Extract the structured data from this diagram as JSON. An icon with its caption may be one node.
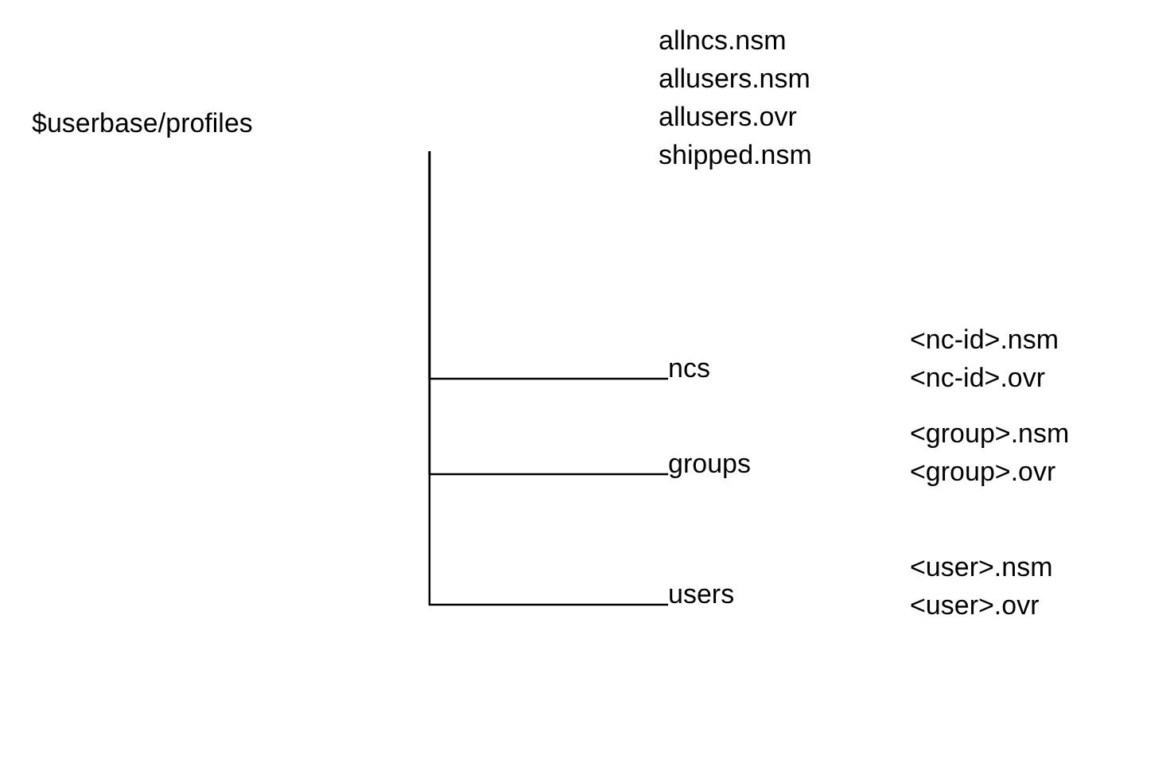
{
  "diagram": {
    "nodes": [
      {
        "text": [
          "$userbase/profiles"
        ],
        "beside": [
          "allncs.nsm",
          "allusers.nsm",
          "allusers.ovr",
          "shipped.nsm"
        ]
      },
      {
        "text": [
          "ncs"
        ],
        "beside": [
          "<nc-id>.nsm",
          "<nc-id>.ovr"
        ]
      },
      {
        "text": [
          "groups"
        ],
        "beside": [
          "<group>.nsm",
          "<group>.ovr"
        ]
      },
      {
        "text": [
          "users"
        ],
        "beside": [
          "<user>.nsm",
          "<user>.ovr"
        ]
      }
    ],
    "edges": [
      {
        "from": null,
        "to": 1,
        "arrow": "none"
      },
      {
        "from": null,
        "to": 2,
        "arrow": "none"
      },
      {
        "from": null,
        "to": 3,
        "arrow": "none"
      }
    ]
  }
}
